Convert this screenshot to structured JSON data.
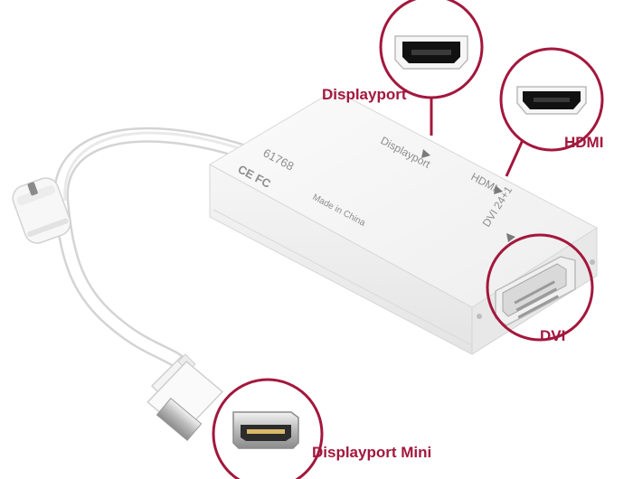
{
  "callouts": {
    "displayport": "Displayport",
    "hdmi": "HDMI",
    "dvi": "DVI",
    "displayport_mini": "Displayport Mini"
  },
  "device_markings": {
    "article_number": "61768",
    "port_displayport": "Displayport",
    "port_hdmi": "HDMI",
    "port_dvi": "DVI 24+1",
    "made_in": "Made in China",
    "ce_fc": "CE FC"
  },
  "colors": {
    "callout": "#a3173d",
    "body": "#f4f4f4",
    "text_grey": "#8e8e8e"
  }
}
